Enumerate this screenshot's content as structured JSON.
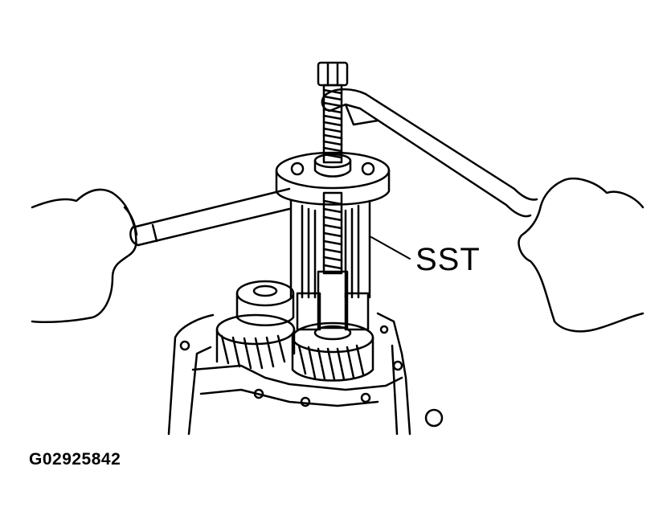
{
  "diagram": {
    "description": "Technical service illustration: removing a gear from a transmission using a special service tool (puller) held with a bar and turned with a wrench",
    "callouts": [
      {
        "label": "SST",
        "target": "special-service-tool-puller"
      }
    ],
    "figure_id": "G02925842",
    "colors": {
      "line": "#000000",
      "background": "#ffffff"
    }
  }
}
